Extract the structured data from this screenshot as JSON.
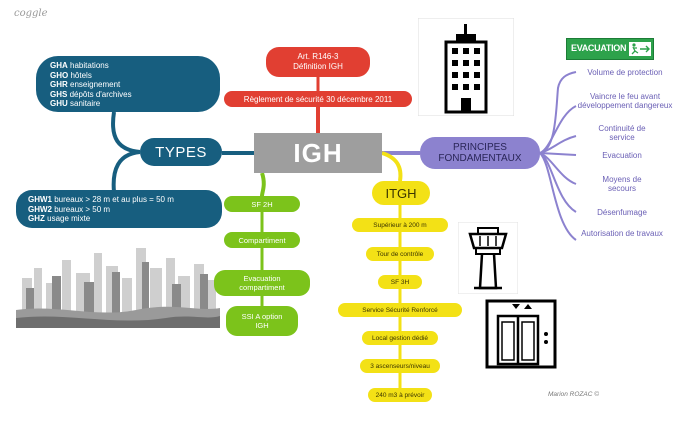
{
  "logo": "coggle",
  "center": {
    "label": "IGH"
  },
  "types": {
    "label": "TYPES",
    "top": [
      {
        "code": "GHA",
        "text": "habitations"
      },
      {
        "code": "GHO",
        "text": "hôtels"
      },
      {
        "code": "GHR",
        "text": "enseignement"
      },
      {
        "code": "GHS",
        "text": "dépôts d'archives"
      },
      {
        "code": "GHU",
        "text": "sanitaire"
      }
    ],
    "bottom": [
      {
        "code": "GHW1",
        "text": "bureaux > 28 m et au plus = 50 m"
      },
      {
        "code": "GHW2",
        "text": "bureaux > 50 m"
      },
      {
        "code": "GHZ",
        "text": "usage mixte"
      }
    ]
  },
  "definition": {
    "top_line1": "Art. R146-3",
    "top_line2": "Définition IGH",
    "mid": "Règlement de sécurité 30 décembre 2011"
  },
  "principes": {
    "label_line1": "PRINCIPES",
    "label_line2": "FONDAMENTAUX",
    "items": [
      "Volume de protection",
      "Vaincre le feu avant développement dangereux",
      "Continuité de service",
      "Evacuation",
      "Moyens de secours",
      "Désenfumage",
      "Autorisation de travaux"
    ],
    "evac_sign": "EVACUATION"
  },
  "sf": {
    "items": [
      "SF 2H",
      "Compartiment",
      "Evacuation compartiment",
      "SSI A option IGH"
    ]
  },
  "itgh": {
    "label": "ITGH",
    "items": [
      "Supérieur à 200 m",
      "Tour de contrôle",
      "SF 3H",
      "Service Sécurité Renforcé",
      "Local gestion dédié",
      "3 ascenseurs/niveau",
      "240 m3 à prévoir"
    ]
  },
  "credit": "Marion ROZAC ©",
  "colors": {
    "blue": "#175e7f",
    "red": "#e13f32",
    "purple": "#8c82cf",
    "green": "#7cc31b",
    "yellow": "#f3e116",
    "grey": "#9e9e9e"
  }
}
